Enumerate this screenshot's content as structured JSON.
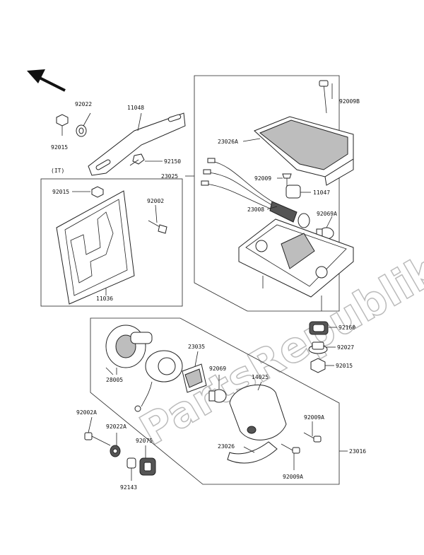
{
  "watermark": "PartsRepublik",
  "colors": {
    "line": "#222222",
    "watermark": "#bbbbbb",
    "background": "#ffffff"
  },
  "icons": {
    "direction": "arrow-up-left-icon"
  },
  "labels": {
    "p92022": "92022",
    "p11048": "11048",
    "p92015_top": "92015",
    "p92150": "92150",
    "p92009B": "92009B",
    "p23026A": "23026A",
    "p23025": "23025",
    "p92009": "92009",
    "p11047": "11047",
    "p23008": "23008",
    "p92069A": "92069A",
    "note_it": "(IT)",
    "p92015_it": "92015",
    "p92002": "92002",
    "p11036": "11036",
    "p92160": "92160",
    "p92027": "92027",
    "p92015_right": "92015",
    "p23035": "23035",
    "p28005": "28005",
    "p92069": "92069",
    "p14025": "14025",
    "p92009A_top": "92009A",
    "p92002A": "92002A",
    "p92022A": "92022A",
    "p92075": "92075",
    "p23026": "23026",
    "p23016": "23016",
    "p92143": "92143",
    "p92009A_bottom": "92009A"
  }
}
